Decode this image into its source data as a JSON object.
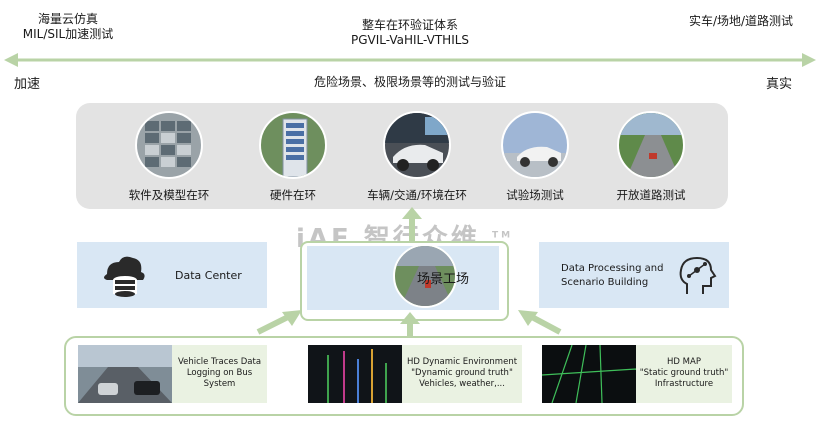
{
  "top": {
    "left_line1": "海量云仿真",
    "left_line2": "MIL/SIL加速测试",
    "mid_line1": "整车在环验证体系",
    "mid_line2": "PGVIL-VaHIL-VTHILS",
    "right_line1": "实车/场地/道路测试"
  },
  "scale": {
    "left_end": "加速",
    "middle": "危险场景、极限场景等的测试与验证",
    "right_end": "真实"
  },
  "stages": [
    {
      "label": "软件及模型在环",
      "icon": "software-model-icon"
    },
    {
      "label": "硬件在环",
      "icon": "hardware-rack-icon"
    },
    {
      "label": "车辆/交通/环境在环",
      "icon": "vehicle-lab-icon"
    },
    {
      "label": "试验场测试",
      "icon": "test-track-icon"
    },
    {
      "label": "开放道路测试",
      "icon": "open-road-icon"
    }
  ],
  "middle": {
    "data_center": "Data Center",
    "scene_factory": "场景工场",
    "processing_line1": "Data Processing and",
    "processing_line2": "Scenario Building"
  },
  "sources": [
    {
      "lines": [
        "Vehicle Traces Data",
        "Logging on Bus",
        "System"
      ]
    },
    {
      "lines": [
        "HD Dynamic Environment",
        "\"Dynamic ground truth\"",
        "Vehicles, weather,..."
      ]
    },
    {
      "lines": [
        "HD MAP",
        "\"Static ground truth\"",
        "Infrastructure"
      ]
    }
  ],
  "watermark": {
    "logo": "iAE",
    "text": "智行众维",
    "tm": "TM"
  },
  "colors": {
    "arrow_green": "#b9d3a6",
    "panel_gray": "#e3e3e3",
    "box_blue": "#d9e7f4",
    "box_green": "#eaf2e2"
  }
}
